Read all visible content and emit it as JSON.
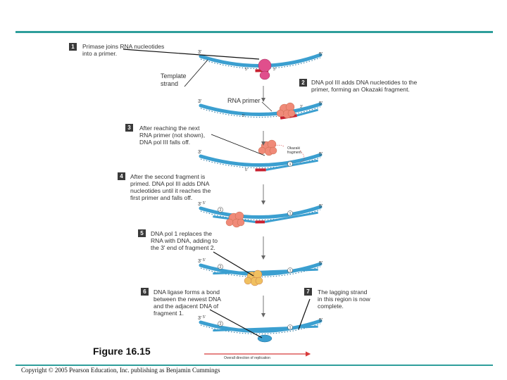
{
  "steps": [
    {
      "num": "1",
      "text": [
        "Primase joins RNA nucleotides",
        "into a primer."
      ]
    },
    {
      "num": "2",
      "text": [
        "DNA pol III adds DNA nucleotides to the",
        "primer, forming an Okazaki fragment."
      ]
    },
    {
      "num": "3",
      "text": [
        "After reaching the next",
        "RNA primer (not shown),",
        "DNA pol III falls off."
      ]
    },
    {
      "num": "4",
      "text": [
        "After the second fragment is",
        "primed. DNA pol III adds DNA",
        "nucleotides until it reaches the",
        "first primer and falls off."
      ]
    },
    {
      "num": "5",
      "text": [
        "DNA pol 1 replaces the",
        "RNA with DNA, adding to",
        "the 3' end of fragment 2."
      ]
    },
    {
      "num": "6",
      "text": [
        "DNA ligase forms a bond",
        "between the newest DNA",
        "and the adjacent DNA of",
        "fragment 1."
      ]
    },
    {
      "num": "7",
      "text": [
        "The lagging strand",
        "in this region is now",
        "complete."
      ]
    }
  ],
  "labels": {
    "template_strand": [
      "Template",
      "strand"
    ],
    "rna_primer": "RNA primer",
    "okazaki_fragment": [
      "Okazaki",
      "fragment"
    ],
    "overall_direction": "Overall direction of replication",
    "three_prime": "3'",
    "five_prime": "5'",
    "fragment_1": "1",
    "fragment_2": "2"
  },
  "figure_title": "Figure 16.15",
  "copyright": "Copyright © 2005 Pearson Education, Inc. publishing as Benjamin Cummings",
  "colors": {
    "accent_bar": "#2e9e9b",
    "dna_strand": "#3b9fd0",
    "dna_dark": "#1f6f9c",
    "rna_primer": "#c8202f",
    "primase": "#e04f8c",
    "dna_pol_iii": "#f08a78",
    "dna_pol_i": "#f08a78",
    "ligase": "#f0c060",
    "direction_arrow": "#d83a3a"
  }
}
